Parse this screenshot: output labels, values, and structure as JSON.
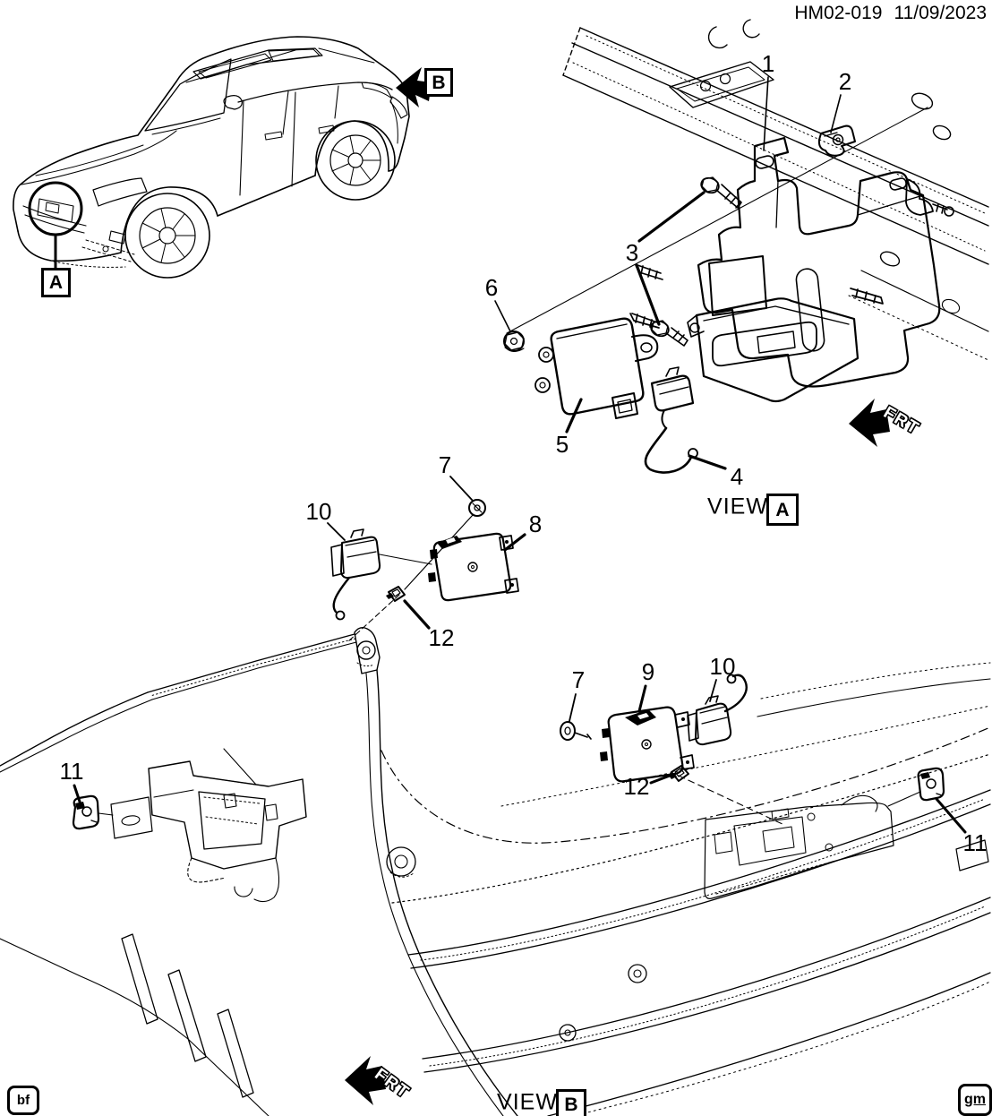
{
  "header": {
    "doc_number": "HM02-019",
    "date": "11/09/2023"
  },
  "car_inset": {
    "detail_letter": "A",
    "direction_letter": "B"
  },
  "view_a": {
    "view_word": "VIEW",
    "letter": "A",
    "frt": "FRT",
    "callouts": {
      "n1": "1",
      "n2": "2",
      "n3": "3",
      "n4": "4",
      "n5": "5",
      "n6": "6"
    }
  },
  "center_assembly": {
    "callouts": {
      "n7": "7",
      "n8": "8",
      "n10": "10",
      "n12": "12"
    }
  },
  "view_b": {
    "view_word": "VIEW",
    "letter": "B",
    "frt": "FRT",
    "callouts": {
      "n7": "7",
      "n9": "9",
      "n10": "10",
      "n11_left": "11",
      "n11_right": "11",
      "n12": "12"
    }
  },
  "footer": {
    "left_badge": "bf",
    "right_badge": "gm"
  }
}
